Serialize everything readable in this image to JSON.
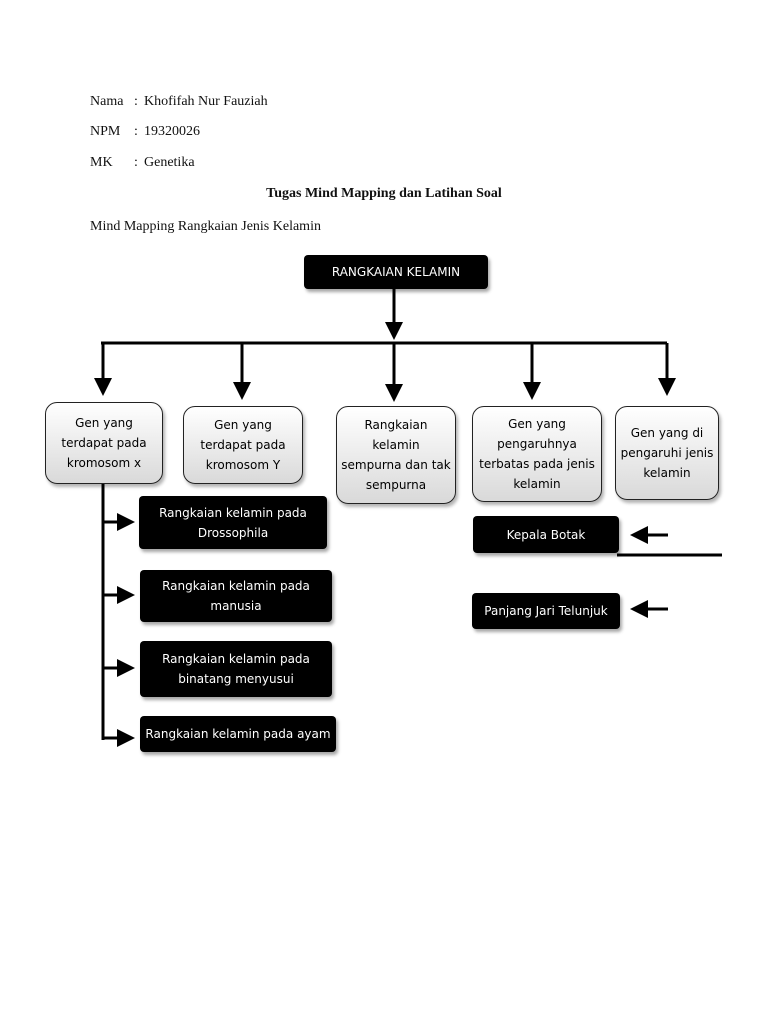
{
  "meta": {
    "nama_label": "Nama",
    "nama_value": "Khofifah Nur Fauziah",
    "npm_label": "NPM",
    "npm_value": "19320026",
    "mk_label": "MK",
    "mk_value": "Genetika",
    "colon": ":"
  },
  "heading": "Tugas Mind Mapping dan Latihan Soal",
  "subheading": "Mind Mapping Rangkaian Jenis Kelamin",
  "map": {
    "root": "RANGKAIAN KELAMIN",
    "branches": [
      "Gen yang terdapat pada kromosom x",
      "Gen yang terdapat pada kromosom Y",
      "Rangkaian kelamin sempurna dan tak sempurna",
      "Gen yang pengaruhnya terbatas pada jenis kelamin",
      "Gen yang di pengaruhi jenis kelamin"
    ],
    "x_children": [
      "Rangkaian kelamin pada Drossophila",
      "Rangkaian kelamin pada manusia",
      "Rangkaian kelamin pada binatang menyusui",
      "Rangkaian kelamin pada ayam"
    ],
    "limited_children": [
      "Kepala Botak",
      "Panjang Jari Telunjuk"
    ]
  }
}
